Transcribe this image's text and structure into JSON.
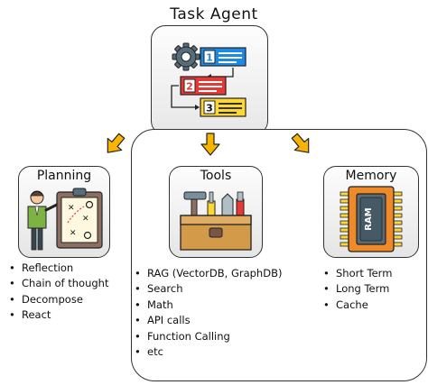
{
  "agent": {
    "title": "Task Agent"
  },
  "planning": {
    "title": "Planning",
    "items": [
      "Reflection",
      "Chain of thought",
      "Decompose",
      "React"
    ]
  },
  "tools": {
    "title": "Tools",
    "items": [
      "RAG (VectorDB, GraphDB)",
      "Search",
      "Math",
      "API calls",
      "Function Calling",
      "etc"
    ]
  },
  "memory": {
    "title": "Memory",
    "chip_label": "RAM",
    "items": [
      "Short Term",
      "Long Term",
      "Cache"
    ]
  },
  "task_list_numbers": [
    "1",
    "2",
    "3"
  ],
  "colors": {
    "arrow_fill": "#f7b500",
    "task1": "#1e88e5",
    "task2": "#e53935",
    "task3": "#fdd835",
    "gear": "#546e7a"
  },
  "icons": [
    "gear-icon",
    "task-list-icon",
    "presenter-icon",
    "strategy-board-icon",
    "toolbox-icon",
    "memory-chip-icon",
    "down-arrow-icon"
  ]
}
